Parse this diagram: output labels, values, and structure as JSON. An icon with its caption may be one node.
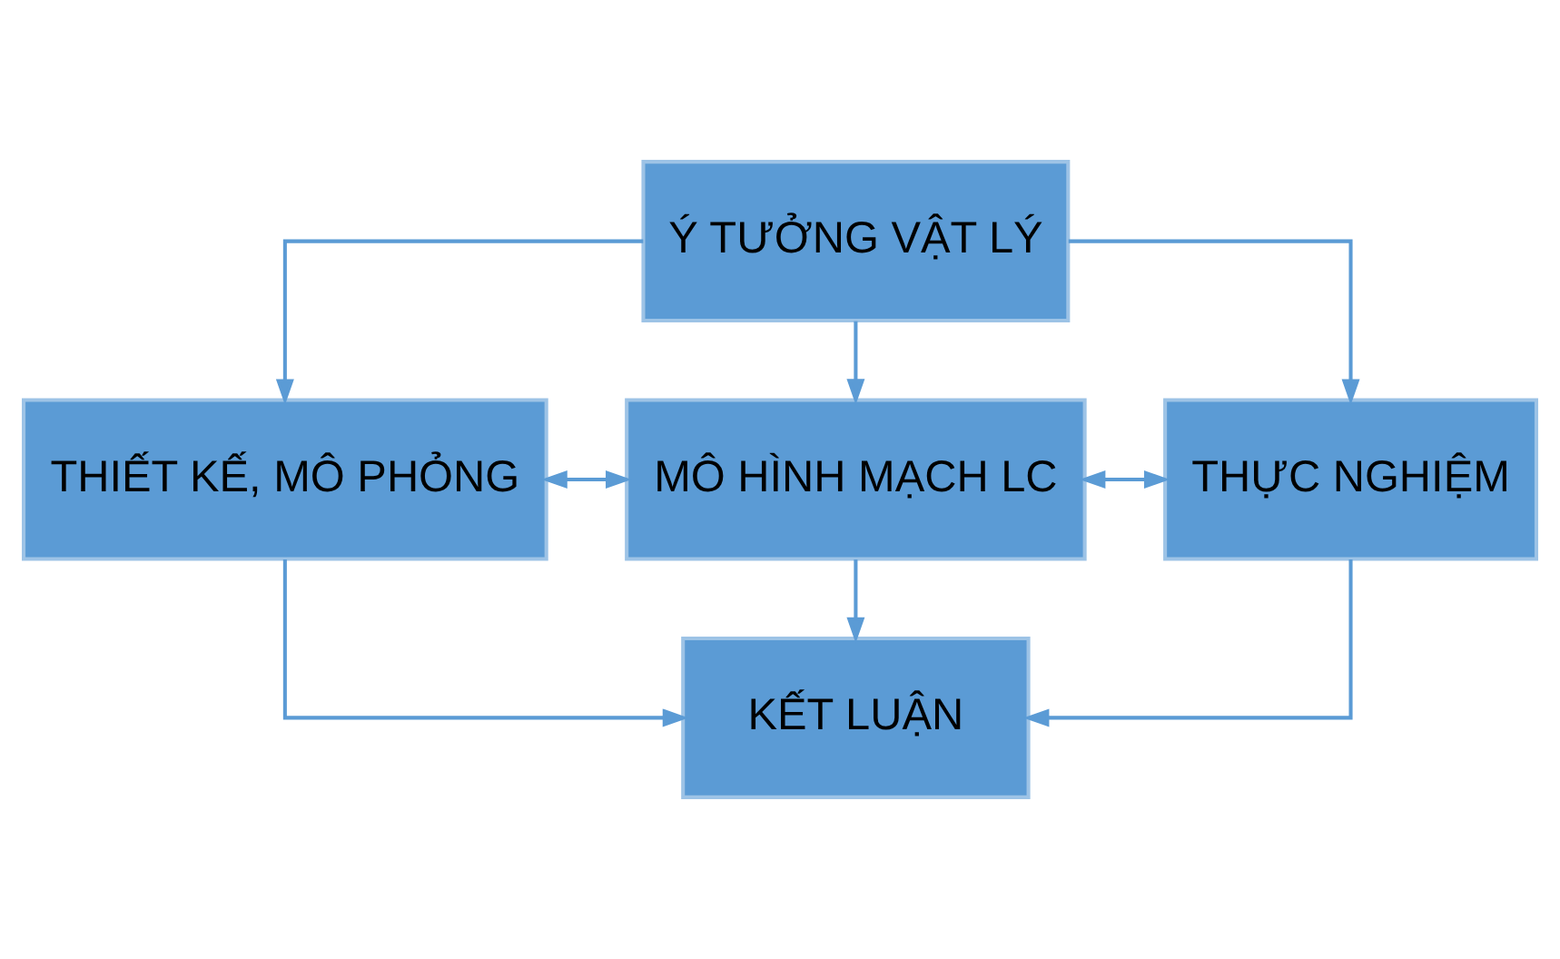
{
  "diagram": {
    "nodes": [
      {
        "text": [
          "Ý TƯỞNG VẬT LÝ"
        ]
      },
      {
        "text": [
          "THIẾT KẾ, MÔ PHỎNG"
        ]
      },
      {
        "text": [
          "MÔ HÌNH MẠCH LC"
        ]
      },
      {
        "text": [
          "THỰC NGHIỆM"
        ]
      },
      {
        "text": [
          "KẾT LUẬN"
        ]
      }
    ],
    "edges": [
      {
        "from": 0,
        "to": 1,
        "arrow": "to"
      },
      {
        "from": 0,
        "to": 2,
        "arrow": "to"
      },
      {
        "from": 0,
        "to": 3,
        "arrow": "to"
      },
      {
        "from": 1,
        "to": 2,
        "arrow": "both"
      },
      {
        "from": 2,
        "to": 3,
        "arrow": "both"
      },
      {
        "from": 1,
        "to": 4,
        "arrow": "to"
      },
      {
        "from": 2,
        "to": 4,
        "arrow": "to"
      },
      {
        "from": 3,
        "to": 4,
        "arrow": "to"
      }
    ]
  }
}
